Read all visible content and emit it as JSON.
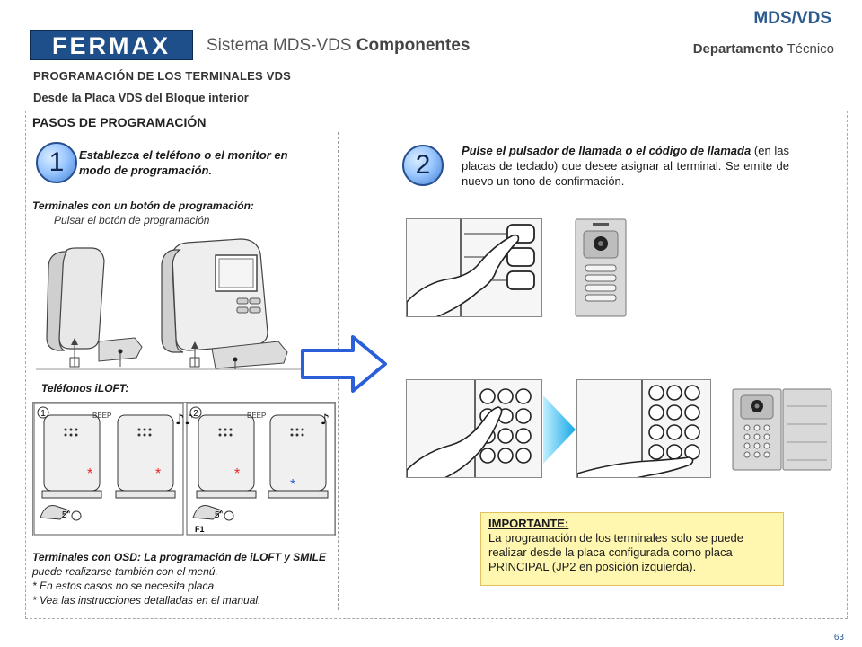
{
  "header": {
    "brand_logo": "FERMAX",
    "title_prefix": "Sistema MDS-VDS ",
    "title_bold": "Componentes",
    "system_label": "MDS/VDS",
    "dept_bold": "Departamento",
    "dept_rest": " Técnico",
    "subtitle": "PROGRAMACIÓN DE LOS TERMINALES VDS",
    "subtitle2": "Desde la Placa VDS del Bloque interior"
  },
  "section_title": "PASOS DE PROGRAMACIÓN",
  "step1": {
    "number": "1",
    "text": "Establezca el teléfono o el monitor en modo de programación.",
    "terminals_title": "Terminales con un botón de programación:",
    "terminals_sub": "Pulsar el botón de programación",
    "iloft_title": "Teléfonos iLOFT:",
    "osd_bold1": "Terminales con OSD: La programación de iLOFT y SMILE",
    "osd_rest1": " puede realizarse también con el menú.",
    "osd_note1": "* En estos casos no se necesita placa",
    "osd_note2": "* Vea las instrucciones detalladas en el manual.",
    "beep_label": "BEEP",
    "panel1_num": "1",
    "panel2_num": "2",
    "f1_label": "F1",
    "timer_label": "5\""
  },
  "step2": {
    "number": "2",
    "text_bold": "Pulse el pulsador de llamada o el código de llamada",
    "text_rest": " (en las placas de teclado) que desee asignar al terminal. Se emite de nuevo un tono de confirmación."
  },
  "important": {
    "heading": "IMPORTANTE:",
    "text": "La programación de los terminales solo se puede realizar desde la placa configurada como placa PRINCIPAL (JP2 en posición izquierda)."
  },
  "page_number": "63",
  "colors": {
    "accent": "#2c5a8f",
    "badge": "#3f7fd6",
    "note_bg": "#fff7b0",
    "arrow": "#2b5fd9"
  }
}
